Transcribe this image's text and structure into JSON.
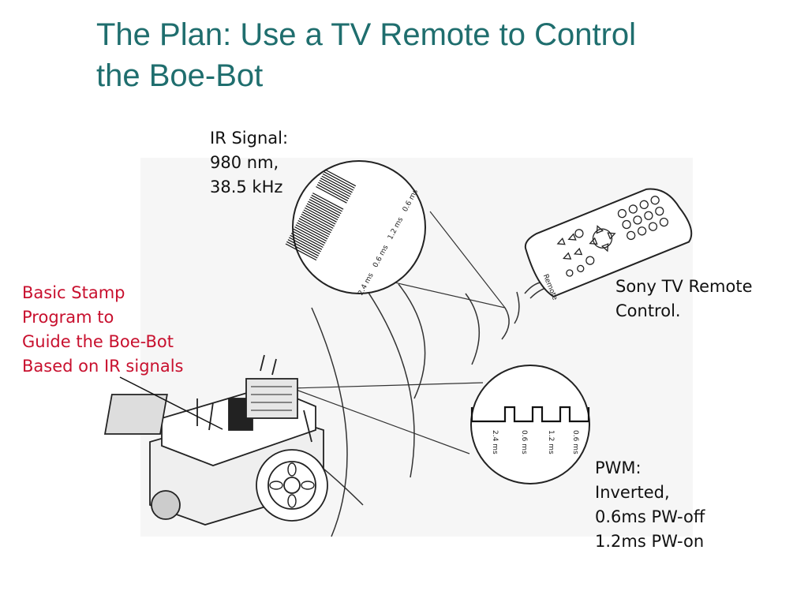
{
  "title": {
    "line1": "The Plan: Use a TV Remote to Control",
    "line2": "the Boe-Bot"
  },
  "ir_signal": {
    "lines": [
      "IR Signal:",
      "980 nm,",
      "38.5 kHz"
    ],
    "burst_labels": [
      "2.4 ms",
      "0.6 ms",
      "1.2 ms",
      "0.6 ms"
    ]
  },
  "stamp_program": {
    "lines": [
      "Basic Stamp",
      "Program to",
      "Guide the Boe-Bot",
      "Based on IR signals"
    ],
    "color": "#c8102e"
  },
  "remote": {
    "lines": [
      "Sony TV Remote",
      "Control."
    ],
    "brand_text": "Remote"
  },
  "pwm": {
    "lines": [
      "PWM:",
      "Inverted,",
      "0.6ms PW-off",
      "1.2ms PW-on"
    ],
    "pulse_labels": [
      "2.4 ms",
      "0.6 ms",
      "1.2 ms",
      "0.6 ms"
    ]
  },
  "colors": {
    "title": "#1f6e6e",
    "annotation": "#c8102e",
    "text": "#111111"
  }
}
